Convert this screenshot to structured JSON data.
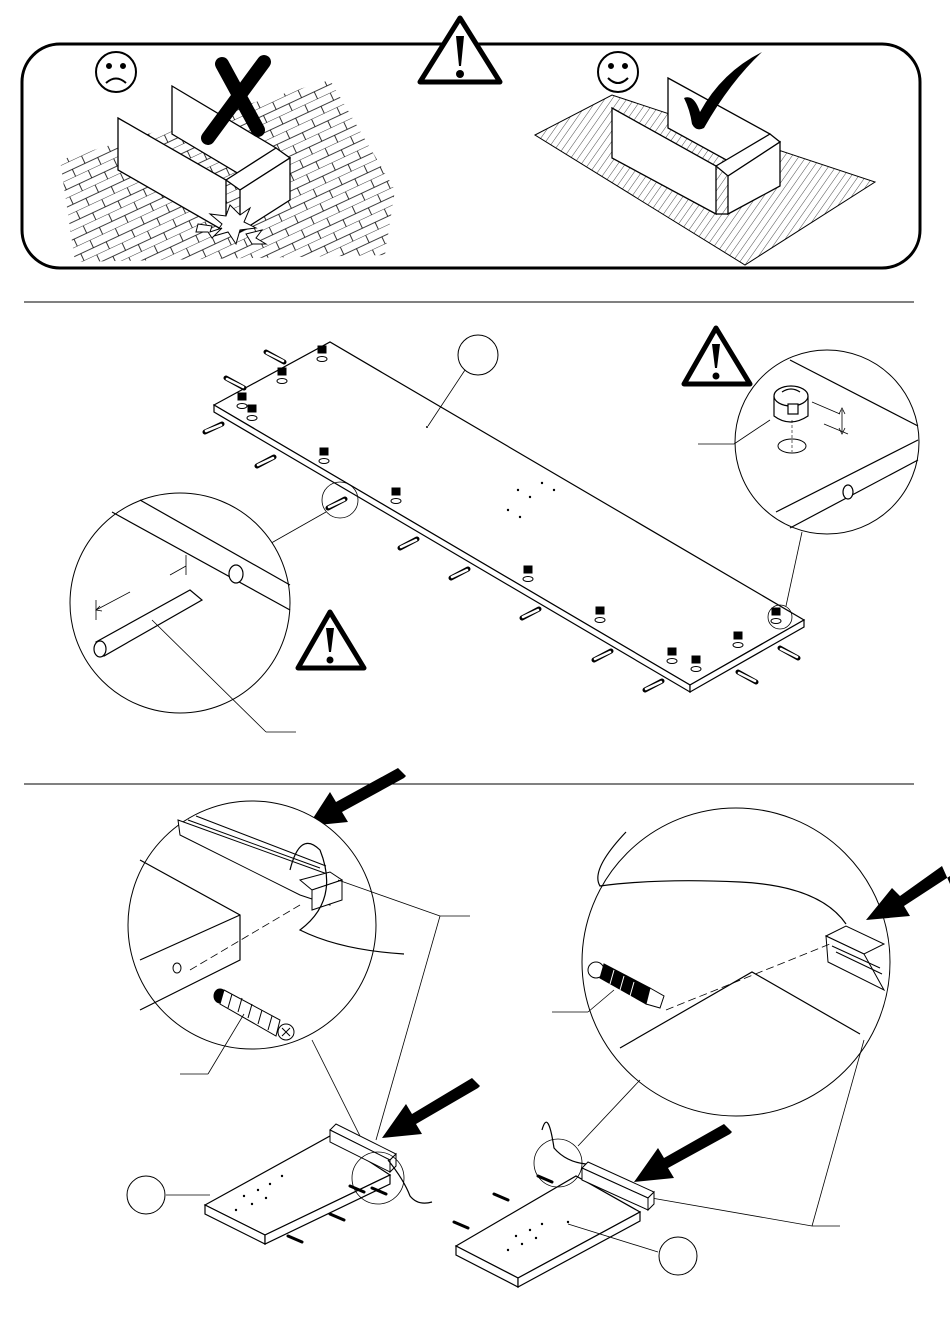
{
  "page": {
    "background": "#ffffff",
    "ink": "#000000"
  },
  "sections": [
    {
      "id": "floor-protection-warning",
      "icons": [
        "sad-face-icon",
        "cross-mark-icon",
        "warning-triangle-icon",
        "happy-face-icon",
        "check-mark-icon"
      ]
    },
    {
      "id": "panel-dowels-and-cams",
      "icons": [
        "warning-triangle-icon",
        "warning-triangle-icon"
      ],
      "callouts": [
        "dowel-detail-magnifier",
        "cam-lock-detail-magnifier"
      ]
    },
    {
      "id": "cam-bolts-and-profiles",
      "icons": [
        "arrow-icon",
        "arrow-icon",
        "arrow-icon",
        "arrow-icon"
      ],
      "callouts": [
        "left-profile-detail-magnifier",
        "right-profile-detail-magnifier"
      ]
    }
  ]
}
